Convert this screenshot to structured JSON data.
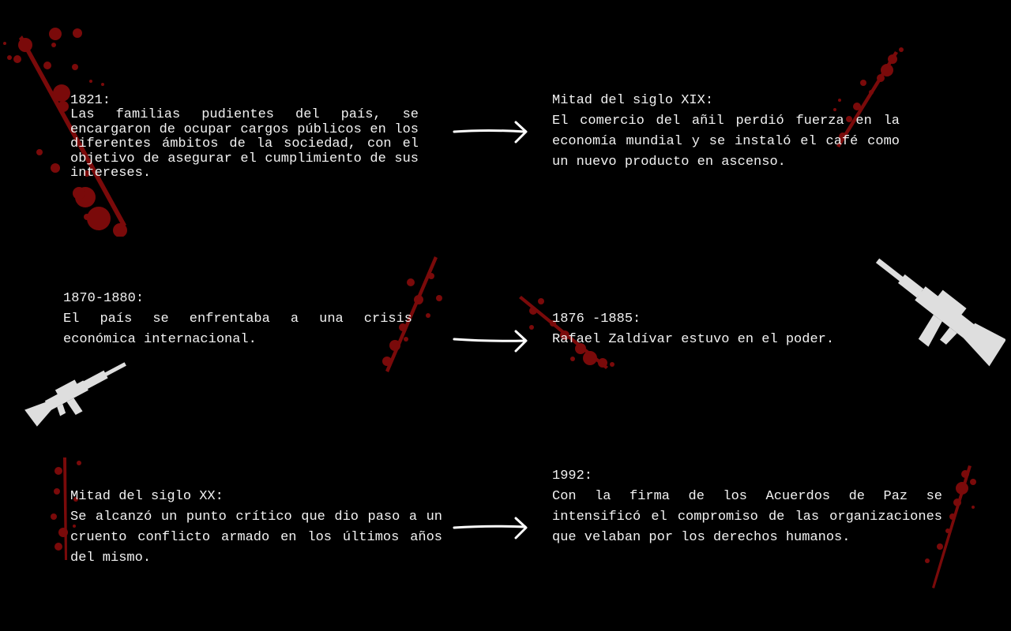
{
  "timeline": [
    {
      "id": "1821",
      "heading": "1821:",
      "text": "Las familias pudientes del país, se encargaron de ocupar cargos públicos en los diferentes ámbitos de la sociedad, con el objetivo de asegurar el cumplimiento de sus intereses."
    },
    {
      "id": "mid-xix",
      "heading": "Mitad del siglo XIX:",
      "text": "El comercio del añil perdió fuerza en la economía mundial y se instaló el café como un nuevo producto en ascenso."
    },
    {
      "id": "1870-1880",
      "heading": "1870-1880:",
      "text": "El país se enfrentaba a una crisis económica internacional."
    },
    {
      "id": "1876-1885",
      "heading": "1876 -1885:",
      "text": "Rafael Zaldívar estuvo en el poder."
    },
    {
      "id": "mid-xx",
      "heading": "Mitad del siglo XX:",
      "text": "Se alcanzó un punto crítico que dio paso a un cruento conflicto armado en los últimos años del mismo."
    },
    {
      "id": "1992",
      "heading": "1992:",
      "text": "Con la firma de los Acuerdos de Paz se intensificó el compromiso de las organizaciones que velaban por los derechos humanos."
    }
  ],
  "decorations": {
    "blood_color": "#7a0a0a",
    "rifle_color": "#dedede",
    "arrow_color": "#ffffff",
    "icons": [
      "blood-splatter-icon",
      "rifle-icon",
      "arrow-right-icon"
    ]
  }
}
